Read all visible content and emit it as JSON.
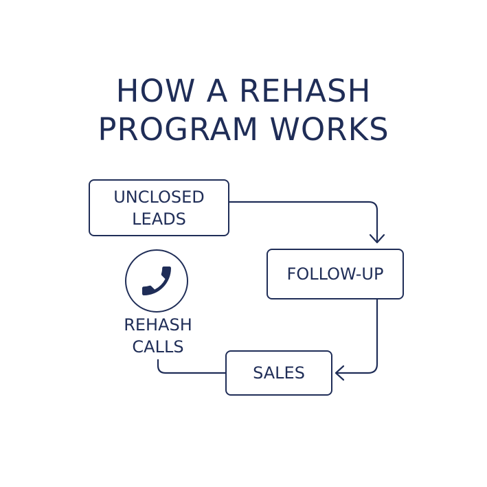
{
  "title": {
    "line1": "HOW A REHASH",
    "line2": "PROGRAM WORKS"
  },
  "nodes": {
    "unclosed_leads": {
      "line1": "UNCLOSED",
      "line2": "LEADS"
    },
    "follow_up": {
      "label": "FOLLOW-UP"
    },
    "sales": {
      "label": "SALES"
    },
    "rehash_calls": {
      "line1": "REHASH",
      "line2": "CALLS",
      "icon": "phone-icon"
    }
  },
  "colors": {
    "primary": "#1f2d57",
    "background": "#ffffff"
  }
}
